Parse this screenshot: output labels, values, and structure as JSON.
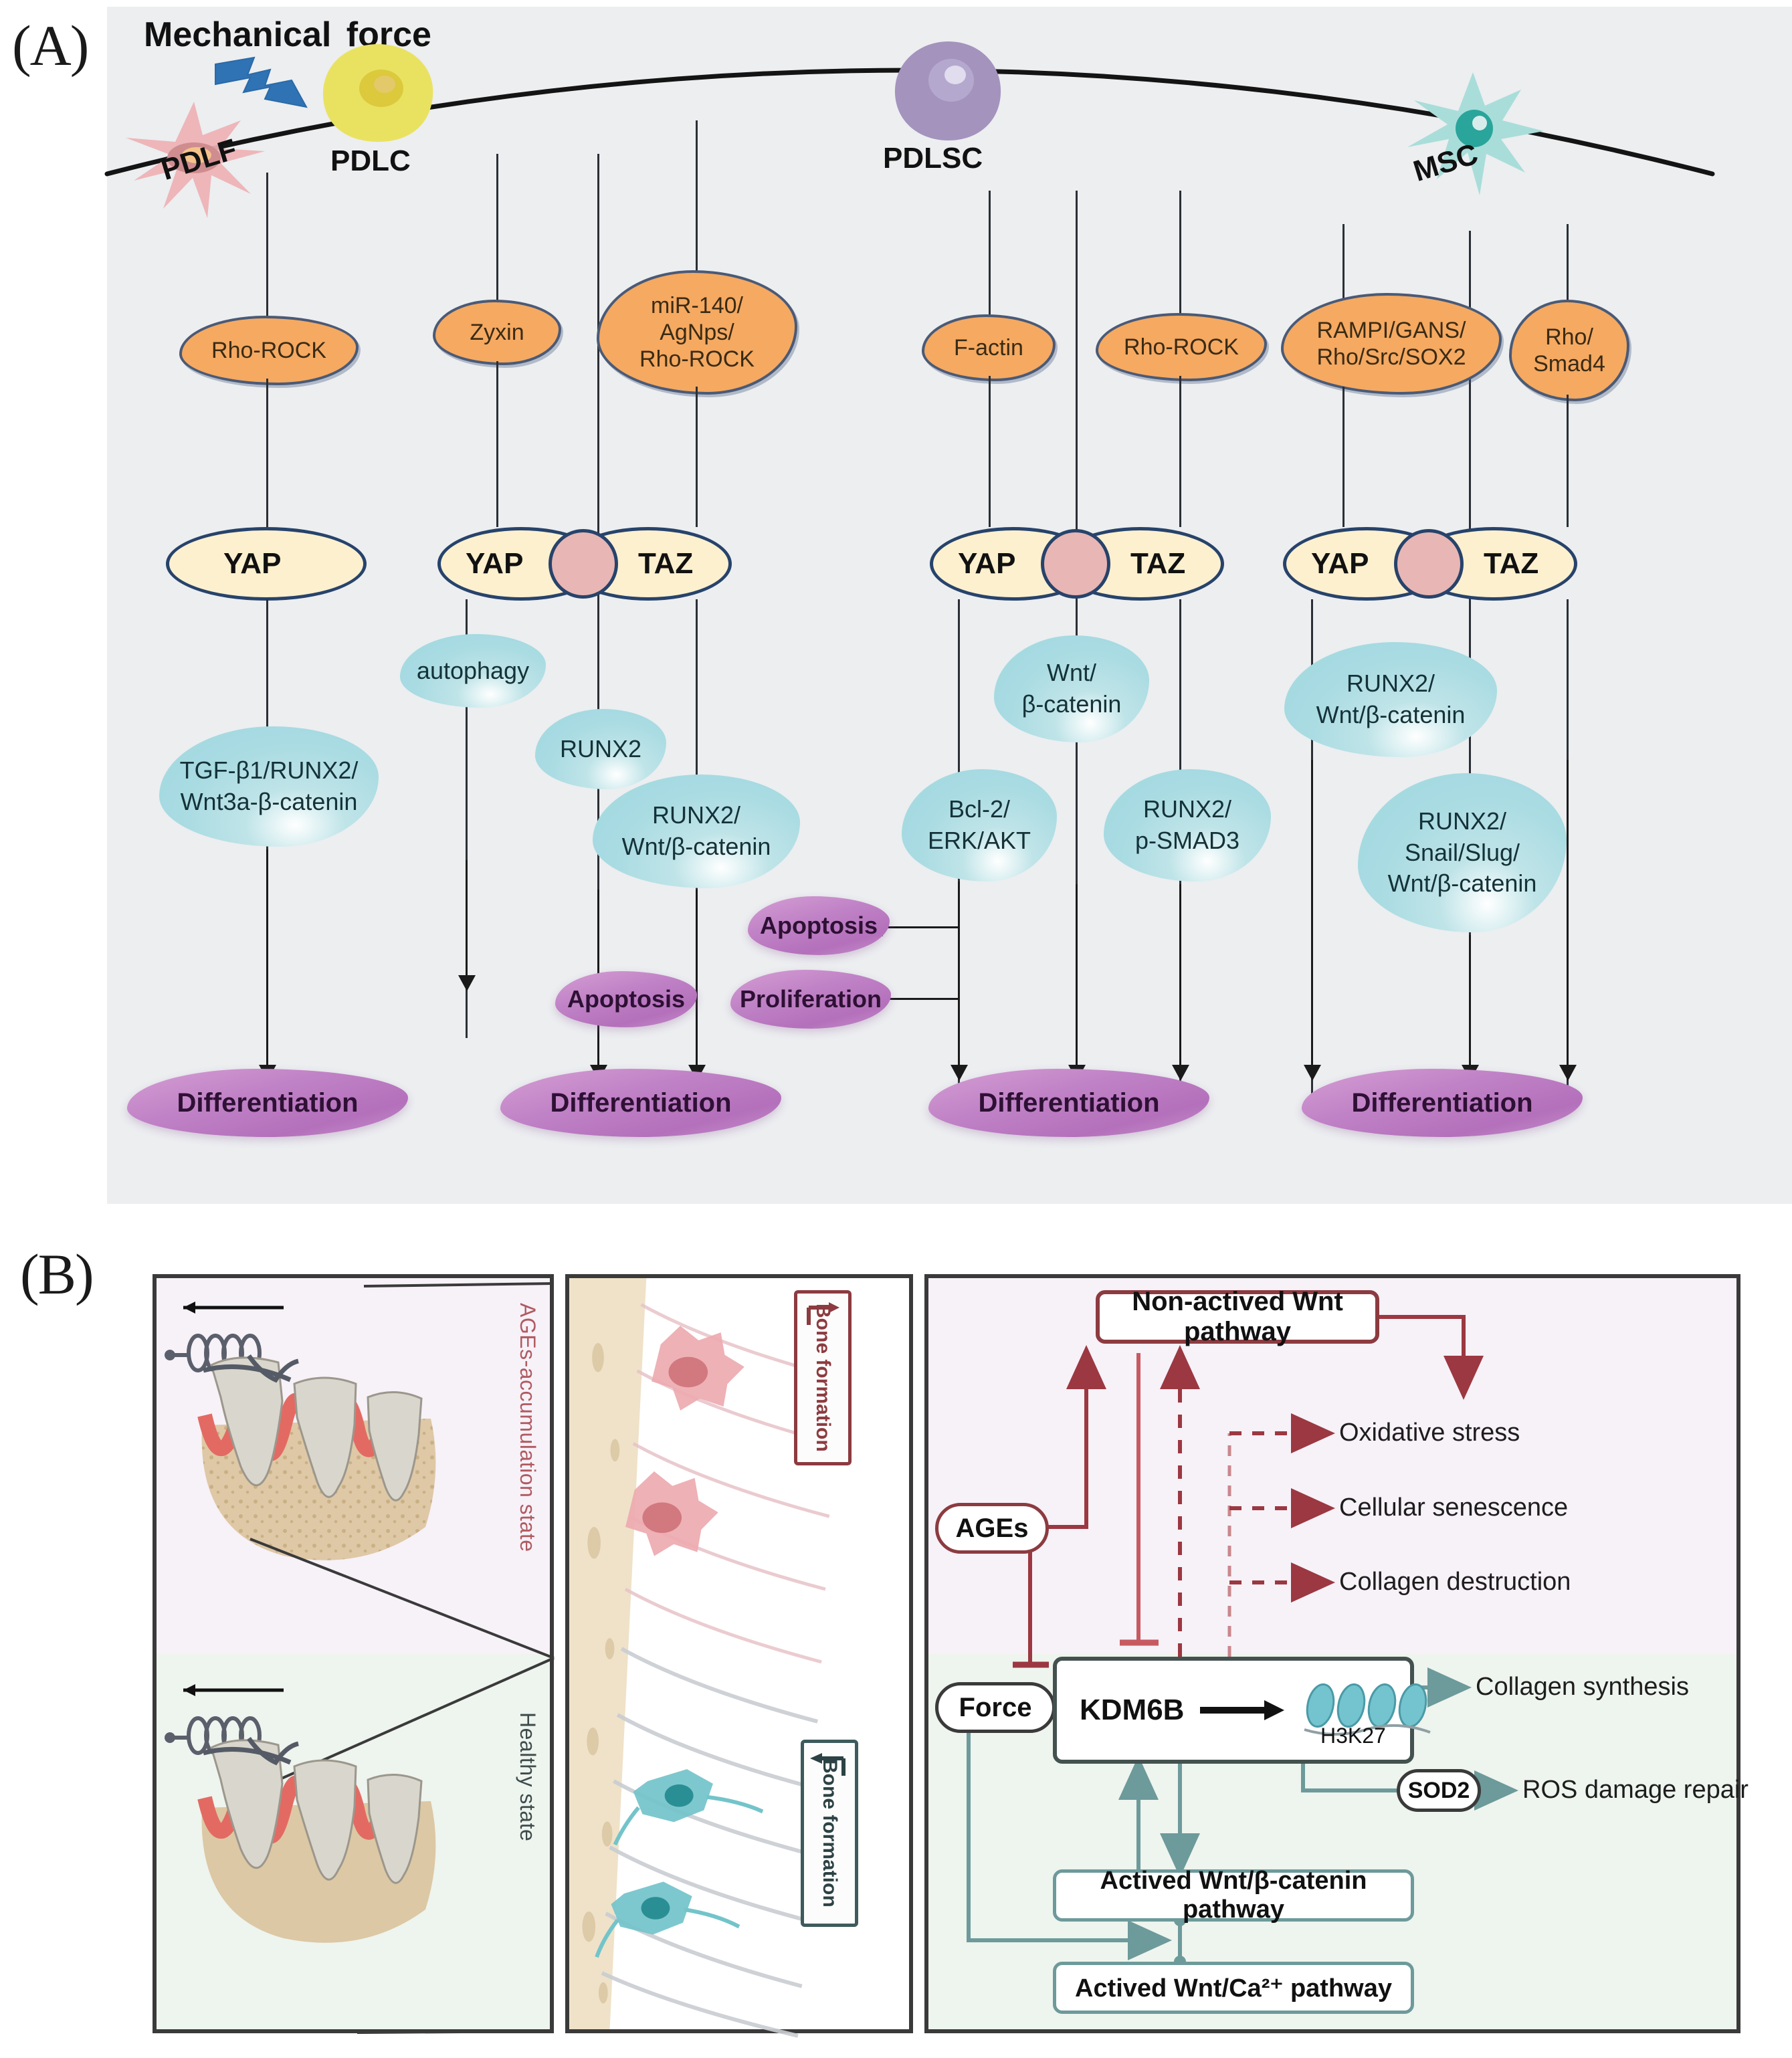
{
  "panels": {
    "a_letter": "(A)",
    "b_letter": "(B)"
  },
  "panel_a": {
    "mechanical_force": "Mechanical force",
    "cells": [
      {
        "id": "pdlf",
        "label": "PDLF",
        "color": "#eeb1b4"
      },
      {
        "id": "pdlc",
        "label": "PDLC",
        "color": "#e9e261"
      },
      {
        "id": "pdlsc",
        "label": "PDLSC",
        "color": "#a393bd"
      },
      {
        "id": "msc",
        "label": "MSC",
        "color": "#a9ddd9"
      }
    ],
    "upstream_clouds": [
      {
        "id": "c1",
        "lines": [
          "Rho-ROCK"
        ]
      },
      {
        "id": "c2",
        "lines": [
          "Zyxin"
        ]
      },
      {
        "id": "c3",
        "lines": [
          "miR-140/",
          "AgNps/",
          "Rho-ROCK"
        ]
      },
      {
        "id": "c4",
        "lines": [
          "F-actin"
        ]
      },
      {
        "id": "c5",
        "lines": [
          "Rho-ROCK"
        ]
      },
      {
        "id": "c6",
        "lines": [
          "RAMPI/GANS/",
          "Rho/Src/SOX2"
        ]
      },
      {
        "id": "c7",
        "lines": [
          "Rho/",
          "Smad4"
        ]
      }
    ],
    "effectors": {
      "yap": "YAP",
      "taz": "TAZ"
    },
    "pathway_blobs": [
      {
        "id": "p1",
        "lines": [
          "TGF-β1/RUNX2/",
          "Wnt3a-β-catenin"
        ]
      },
      {
        "id": "p2",
        "lines": [
          "autophagy"
        ]
      },
      {
        "id": "p3",
        "lines": [
          "RUNX2"
        ]
      },
      {
        "id": "p4",
        "lines": [
          "RUNX2/",
          "Wnt/β-catenin"
        ]
      },
      {
        "id": "p5",
        "lines": [
          "Wnt/",
          "β-catenin"
        ]
      },
      {
        "id": "p6",
        "lines": [
          "Bcl-2/",
          "ERK/AKT"
        ]
      },
      {
        "id": "p7",
        "lines": [
          "RUNX2/",
          "p-SMAD3"
        ]
      },
      {
        "id": "p8",
        "lines": [
          "RUNX2/",
          "Wnt/β-catenin"
        ]
      },
      {
        "id": "p9",
        "lines": [
          "RUNX2/",
          "Snail/Slug/",
          "Wnt/β-catenin"
        ]
      }
    ],
    "outcomes": [
      {
        "id": "o1",
        "label": "Apoptosis"
      },
      {
        "id": "o2",
        "label": "Apoptosis"
      },
      {
        "id": "o3",
        "label": "Proliferation"
      },
      {
        "id": "d1",
        "label": "Differentiation"
      },
      {
        "id": "d2",
        "label": "Differentiation"
      },
      {
        "id": "d3",
        "label": "Differentiation"
      },
      {
        "id": "d4",
        "label": "Differentiation"
      }
    ]
  },
  "panel_b": {
    "state_labels": {
      "ages": "AGEs-accumulation state",
      "healthy": "Healthy state"
    },
    "bone_formation_top": "Bone formation",
    "bone_formation_bottom": "Bone formation",
    "nodes": {
      "non_activated_wnt": "Non-actived Wnt pathway",
      "ages": "AGEs",
      "force": "Force",
      "kdm6b": "KDM6B",
      "h3k27": "H3K27",
      "sod2": "SOD2",
      "activated_wnt_bcat": "Actived Wnt/β-catenin pathway",
      "activated_wnt_ca": "Actived Wnt/Ca²⁺ pathway"
    },
    "outputs_red": [
      "Oxidative stress",
      "Cellular senescence",
      "Collagen destruction"
    ],
    "outputs_teal": [
      "Collagen synthesis",
      "ROS damage repair"
    ]
  },
  "colors": {
    "panel_bg": "#eceef0",
    "cloud_orange": "#f5a961",
    "cloud_border": "#4a5a76",
    "yaptaz_fill": "#fdf0cf",
    "yaptaz_border": "#27436b",
    "nucleus_pink": "#e8b6b4",
    "blob_cyan": "#a8dbe2",
    "purple": "#c082c6",
    "bolt_blue": "#2f73b5",
    "ages_red": "#9b3841",
    "teal_line": "#6d9a9a",
    "force_blue": "#2a5f96",
    "pink_bg": "#f7f1f8",
    "green_bg": "#eef4ee"
  }
}
